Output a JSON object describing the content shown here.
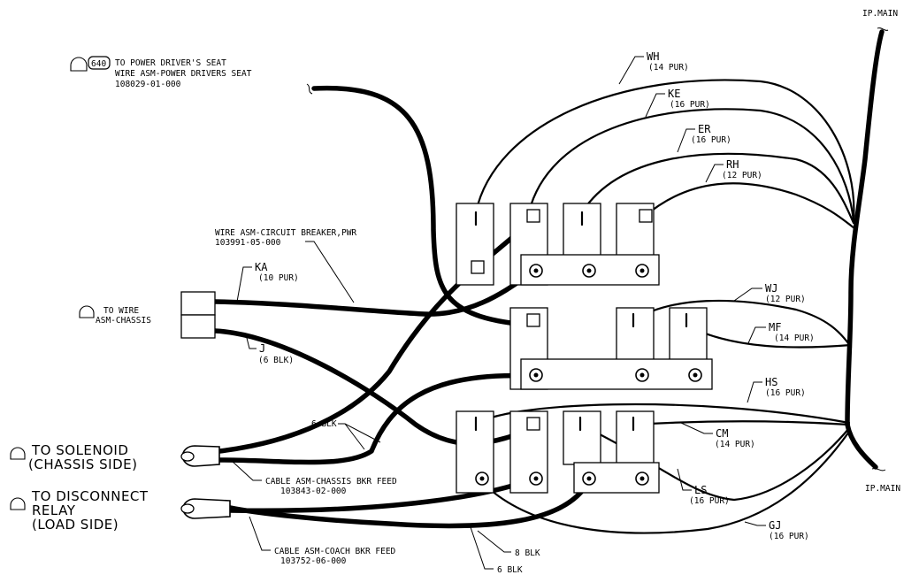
{
  "ip_main_top": "IP.MAIN",
  "ip_main_bottom": "IP.MAIN",
  "seat": {
    "num": "640",
    "line1": "TO POWER DRIVER'S SEAT",
    "line2": "WIRE ASM-POWER DRIVERS SEAT",
    "line3": "108029-01-000"
  },
  "breaker_wire": {
    "line1": "WIRE ASM-CIRCUIT BREAKER,PWR",
    "line2": "103991-05-000"
  },
  "chassis": {
    "line1": "TO WIRE",
    "line2": "ASM-CHASSIS"
  },
  "solenoid": {
    "line1": "TO SOLENOID",
    "line2": "(CHASSIS SIDE)"
  },
  "disconnect": {
    "line1": "TO DISCONNECT",
    "line2": "RELAY",
    "line3": "(LOAD SIDE)"
  },
  "cable_chassis": {
    "line1": "CABLE ASM-CHASSIS BKR FEED",
    "line2": "103843-02-000"
  },
  "cable_coach": {
    "line1": "CABLE ASM-COACH BKR FEED",
    "line2": "103752-06-000"
  },
  "wires": {
    "WH": {
      "code": "WH",
      "spec": "(14 PUR)"
    },
    "KE": {
      "code": "KE",
      "spec": "(16 PUR)"
    },
    "ER": {
      "code": "ER",
      "spec": "(16 PUR)"
    },
    "RH": {
      "code": "RH",
      "spec": "(12 PUR)"
    },
    "KA": {
      "code": "KA",
      "spec": "(10 PUR)"
    },
    "J": {
      "code": "J",
      "spec": "(6 BLK)"
    },
    "WJ": {
      "code": "WJ",
      "spec": "(12 PUR)"
    },
    "MF": {
      "code": "MF",
      "spec": "(14 PUR)"
    },
    "HS": {
      "code": "HS",
      "spec": "(16 PUR)"
    },
    "CM": {
      "code": "CM",
      "spec": "(14 PUR)"
    },
    "LS": {
      "code": "LS",
      "spec": "(16 PUR)"
    },
    "GJ": {
      "code": "GJ",
      "spec": "(16 PUR)"
    }
  },
  "blk_6a": "6 BLK",
  "blk_8": "8 BLK",
  "blk_6b": "6 BLK"
}
